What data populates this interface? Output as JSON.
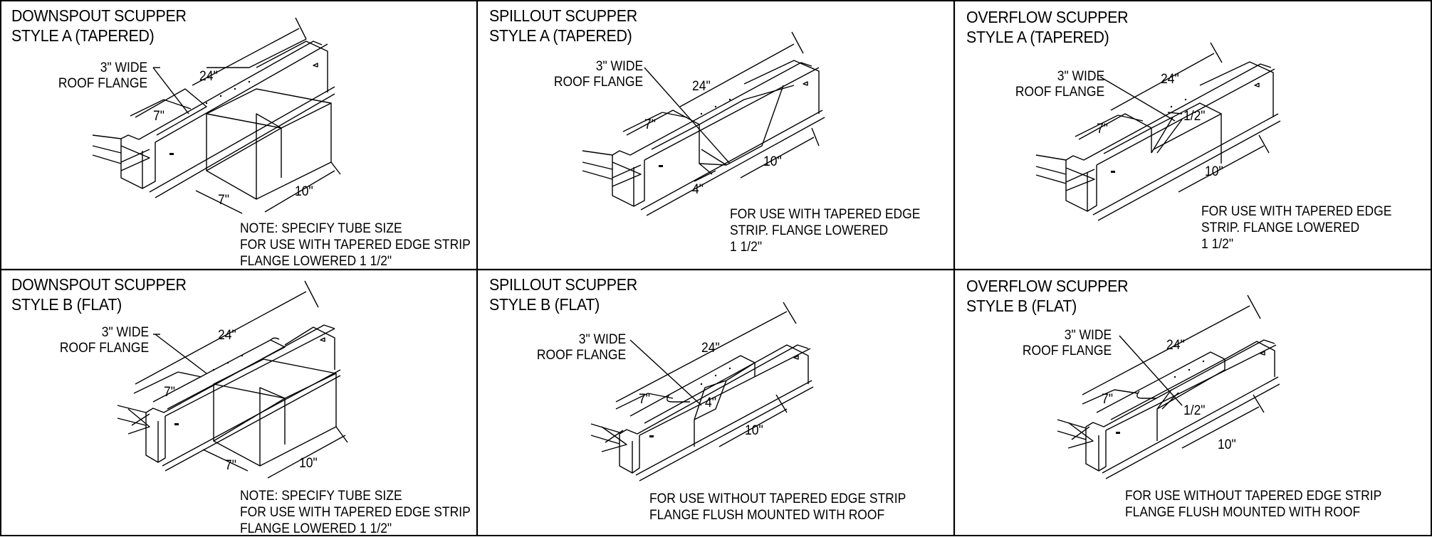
{
  "panels": [
    {
      "title_line1": "DOWNSPOUT SCUPPER",
      "title_line2": "STYLE A (TAPERED)",
      "flange_label_line1": "3\" WIDE",
      "flange_label_line2": "ROOF FLANGE",
      "dims": [
        "24\"",
        "7\"",
        "7\"",
        "10\""
      ],
      "note_lines": [
        "NOTE: SPECIFY TUBE SIZE",
        "FOR USE WITH TAPERED EDGE STRIP",
        "FLANGE LOWERED 1 1/2\""
      ]
    },
    {
      "title_line1": "SPILLOUT SCUPPER",
      "title_line2": "STYLE A (TAPERED)",
      "flange_label_line1": "3\" WIDE",
      "flange_label_line2": "ROOF FLANGE",
      "dims": [
        "24\"",
        "7\"",
        "10\"",
        "4\""
      ],
      "note_lines": [
        "FOR USE WITH TAPERED EDGE",
        "STRIP. FLANGE LOWERED",
        "1 1/2\""
      ]
    },
    {
      "title_line1": "OVERFLOW SCUPPER",
      "title_line2": "STYLE A (TAPERED)",
      "flange_label_line1": "3\" WIDE",
      "flange_label_line2": "ROOF FLANGE",
      "dims": [
        "24\"",
        "7\"",
        "1/2\"",
        "10\""
      ],
      "note_lines": [
        "FOR USE WITH TAPERED EDGE",
        "STRIP. FLANGE LOWERED",
        "1 1/2\""
      ]
    },
    {
      "title_line1": "DOWNSPOUT SCUPPER",
      "title_line2": "STYLE B (FLAT)",
      "flange_label_line1": "3\" WIDE",
      "flange_label_line2": "ROOF FLANGE",
      "dims": [
        "24\"",
        "7\"",
        "7\"",
        "10\""
      ],
      "note_lines": [
        "NOTE: SPECIFY TUBE SIZE",
        "FOR USE WITH TAPERED EDGE STRIP",
        "FLANGE LOWERED 1 1/2\""
      ]
    },
    {
      "title_line1": "SPILLOUT SCUPPER",
      "title_line2": "STYLE B (FLAT)",
      "flange_label_line1": "3\" WIDE",
      "flange_label_line2": "ROOF FLANGE",
      "dims": [
        "24\"",
        "7\"",
        "4\"",
        "10\""
      ],
      "note_lines": [
        "FOR USE WITHOUT TAPERED EDGE STRIP",
        "FLANGE FLUSH MOUNTED WITH ROOF"
      ]
    },
    {
      "title_line1": "OVERFLOW SCUPPER",
      "title_line2": "STYLE B (FLAT)",
      "flange_label_line1": "3\" WIDE",
      "flange_label_line2": "ROOF FLANGE",
      "dims": [
        "24\"",
        "7\"",
        "1/2\"",
        "10\""
      ],
      "note_lines": [
        "FOR USE WITHOUT TAPERED EDGE STRIP",
        "FLANGE FLUSH MOUNTED WITH ROOF"
      ]
    }
  ]
}
